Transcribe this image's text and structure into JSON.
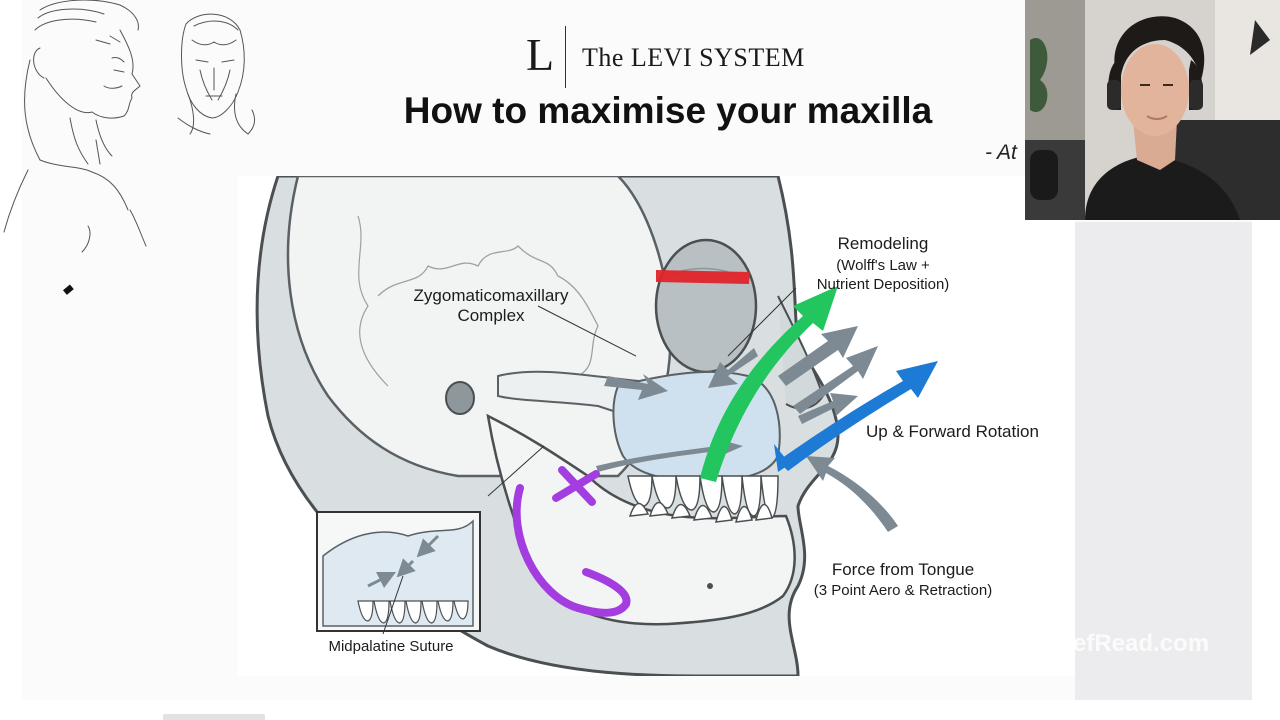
{
  "header": {
    "brand_mark": "L",
    "brand_name": "The LEVI SYSTEM",
    "title": "How to maximise your maxilla",
    "attribution": "- At"
  },
  "diagram": {
    "labels": {
      "zygomatic_line1": "Zygomaticomaxillary",
      "zygomatic_line2": "Complex",
      "remodeling": "Remodeling",
      "remodeling_sub1": "(Wolff's Law +",
      "remodeling_sub2": "Nutrient Deposition)",
      "up_forward": "Up & Forward Rotation",
      "force_tongue": "Force from Tongue",
      "force_tongue_sub": "(3 Point Aero & Retraction)",
      "midpalatine": "Midpalatine Suture"
    },
    "colors": {
      "bone_outline": "#4a4f52",
      "skin": "#d6dcdd",
      "gray_arrow": "#7d8a94",
      "green_arrow": "#22c55e",
      "blue_arrow": "#1d7bd6",
      "red_mark": "#e0242b",
      "purple_mark": "#a43de0"
    }
  },
  "watermark": "efRead.com"
}
